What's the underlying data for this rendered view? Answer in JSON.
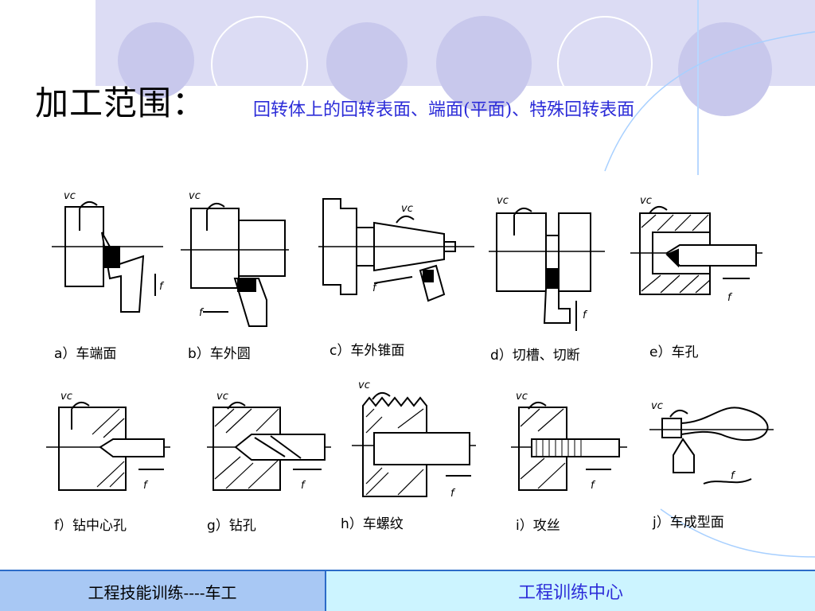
{
  "slide": {
    "title": "加工范围：",
    "subtitle": "回转体上的回转表面、端面(平面)、特殊回转表面"
  },
  "panels": [
    {
      "id": "a",
      "caption": "a）车端面"
    },
    {
      "id": "b",
      "caption": "b）车外圆"
    },
    {
      "id": "c",
      "caption": "c）车外锥面"
    },
    {
      "id": "d",
      "caption": "d）切槽、切断"
    },
    {
      "id": "e",
      "caption": "e）车孔"
    },
    {
      "id": "f",
      "caption": "f）钻中心孔"
    },
    {
      "id": "g",
      "caption": "g）钻孔"
    },
    {
      "id": "h",
      "caption": "h）车螺纹"
    },
    {
      "id": "i",
      "caption": "i）攻丝"
    },
    {
      "id": "j",
      "caption": "j）车成型面"
    }
  ],
  "diagram_labels": {
    "cutting_speed": "vc",
    "feed": "f"
  },
  "footer": {
    "left": "工程技能训练----车工",
    "right": "工程训练中心"
  }
}
